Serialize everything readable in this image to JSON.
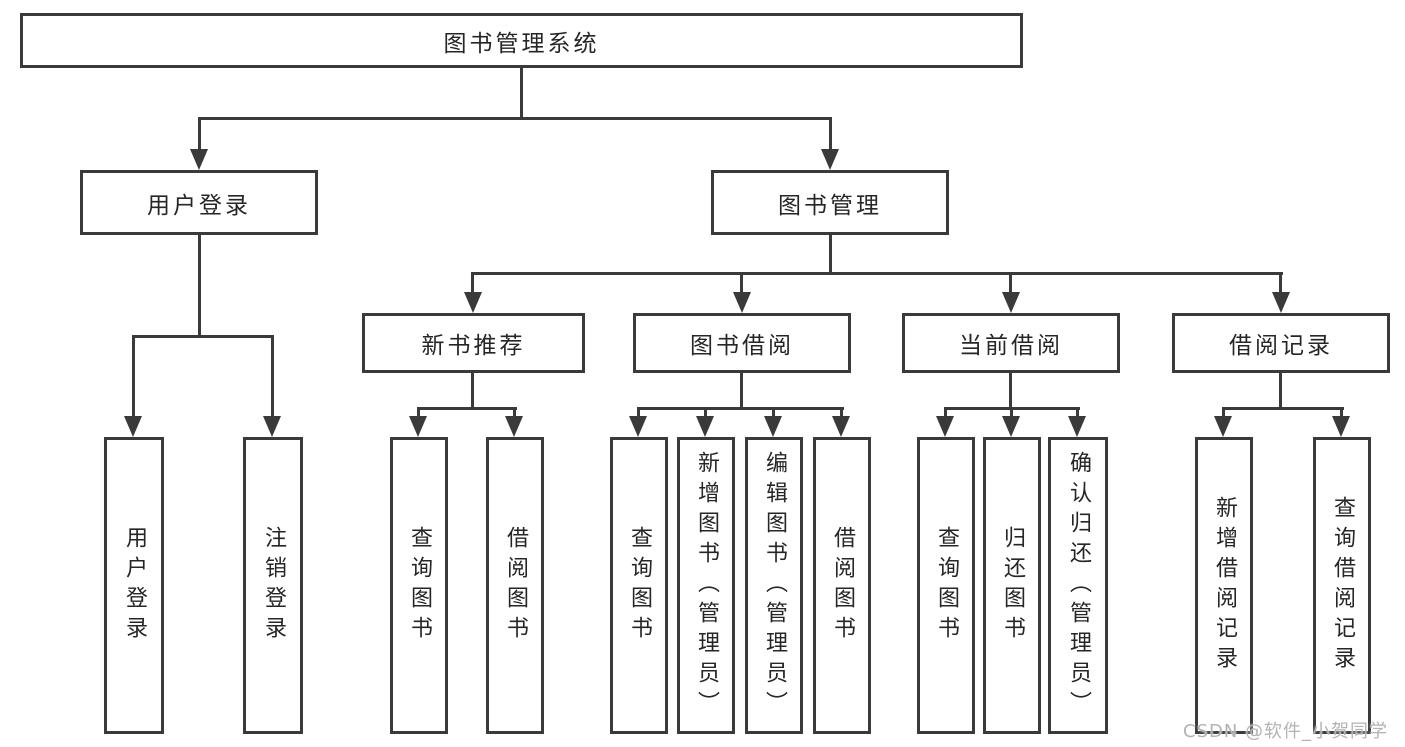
{
  "diagram": {
    "root": {
      "label": "图书管理系统"
    },
    "login_branch": {
      "label": "用户登录",
      "children": [
        {
          "label": "用户登录"
        },
        {
          "label": "注销登录"
        }
      ]
    },
    "mgmt_branch": {
      "label": "图书管理",
      "groups": [
        {
          "label": "新书推荐",
          "children": [
            {
              "label": "查询图书"
            },
            {
              "label": "借阅图书"
            }
          ]
        },
        {
          "label": "图书借阅",
          "children": [
            {
              "label": "查询图书"
            },
            {
              "label": "新增图书（管理员）"
            },
            {
              "label": "编辑图书（管理员）"
            },
            {
              "label": "借阅图书"
            }
          ]
        },
        {
          "label": "当前借阅",
          "children": [
            {
              "label": "查询图书"
            },
            {
              "label": "归还图书"
            },
            {
              "label": "确认归还（管理员）"
            }
          ]
        },
        {
          "label": "借阅记录",
          "children": [
            {
              "label": "新增借阅记录"
            },
            {
              "label": "查询借阅记录"
            }
          ]
        }
      ]
    }
  },
  "watermark": {
    "text": "CSDN @软件_小贺同学"
  },
  "colors": {
    "line": "#3a3a3a",
    "text": "#262626",
    "watermark": "#b3b3b3",
    "background": "#ffffff"
  }
}
